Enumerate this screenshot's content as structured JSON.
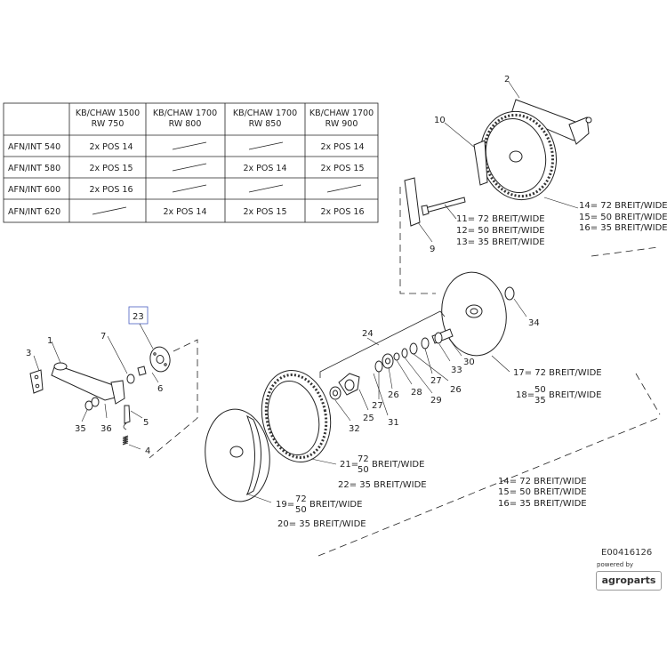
{
  "table": {
    "columns": [
      {
        "line1": "KB/CHAW 1500",
        "line2": "RW 750"
      },
      {
        "line1": "KB/CHAW 1700",
        "line2": "RW 800"
      },
      {
        "line1": "KB/CHAW 1700",
        "line2": "RW 850"
      },
      {
        "line1": "KB/CHAW 1700",
        "line2": "RW 900"
      }
    ],
    "rows": [
      {
        "label": "AFN/INT 540",
        "cells": [
          "2x POS 14",
          "",
          "",
          "2x POS 14"
        ]
      },
      {
        "label": "AFN/INT 580",
        "cells": [
          "2x POS 15",
          "",
          "2x POS 14",
          "2x POS 15"
        ]
      },
      {
        "label": "AFN/INT 600",
        "cells": [
          "2x POS 16",
          "",
          "",
          ""
        ]
      },
      {
        "label": "AFN/INT 620",
        "cells": [
          "",
          "2x POS 14",
          "2x POS 15",
          "2x POS 16"
        ]
      }
    ]
  },
  "labels": {
    "p1": "1",
    "p2": "2",
    "p3": "3",
    "p4": "4",
    "p5": "5",
    "p6": "6",
    "p7": "7",
    "p9": "9",
    "p10": "10",
    "p23": "23",
    "p24": "24",
    "p25": "25",
    "p26a": "26",
    "p26b": "26",
    "p27a": "27",
    "p27b": "27",
    "p28": "28",
    "p29": "29",
    "p30": "30",
    "p31": "31",
    "p32": "32",
    "p33": "33",
    "p34": "34",
    "p35": "35",
    "p36": "36"
  },
  "specs": {
    "tr_14": "14= 72 BREIT/WIDE",
    "tr_15": "15= 50 BREIT/WIDE",
    "tr_16": "16= 35 BREIT/WIDE",
    "s11": "11= 72 BREIT/WIDE",
    "s12": "12= 50 BREIT/WIDE",
    "s13": "13= 35 BREIT/WIDE",
    "s17": "17= 72 BREIT/WIDE",
    "s18_pre": "18=",
    "s18_a": "50",
    "s18_b": "35",
    "s18_suf": "BREIT/WIDE",
    "s21_pre": "21=",
    "s21_a": "72",
    "s21_b": "50",
    "s21_suf": "BREIT/WIDE",
    "s22": "22= 35 BREIT/WIDE",
    "br_14": "14= 72 BREIT/WIDE",
    "br_15": "15= 50 BREIT/WIDE",
    "br_16": "16= 35 BREIT/WIDE",
    "s19_pre": "19=",
    "s19_a": "72",
    "s19_b": "50",
    "s19_suf": "BREIT/WIDE",
    "s20": "20= 35 BREIT/WIDE"
  },
  "footer": {
    "code": "E00416126",
    "powered": "powered by",
    "brand": "agroparts"
  }
}
